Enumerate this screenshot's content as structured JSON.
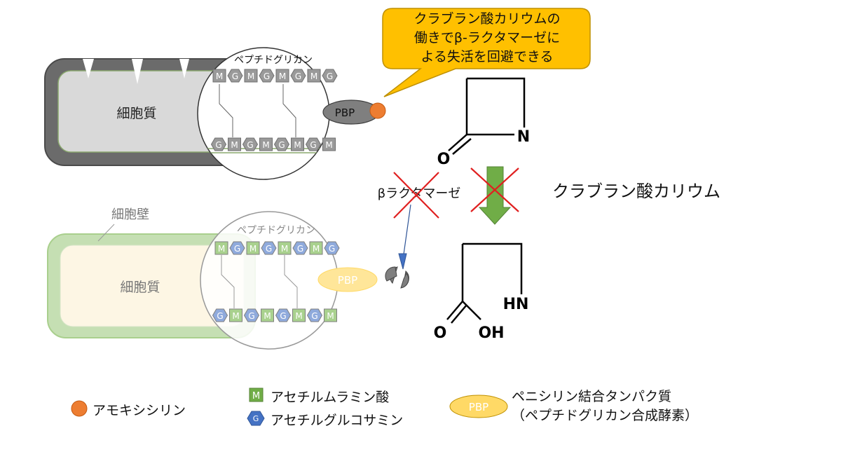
{
  "cells": {
    "active": {
      "cytoplasm_label": "細胞質"
    },
    "inactive": {
      "cytoplasm_label": "細胞質",
      "wall_label": "細胞壁"
    }
  },
  "peptidoglycan": {
    "label": "ペプチドグリカン",
    "top_chain": [
      "M",
      "G",
      "M",
      "G",
      "M",
      "G",
      "M",
      "G"
    ],
    "bottom_chain": [
      "G",
      "M",
      "G",
      "M",
      "G",
      "M",
      "G",
      "M"
    ]
  },
  "pbp_label": "PBP",
  "callout": {
    "lines": [
      "クラブラン酸カリウムの",
      "働きでβ-ラクタマーゼに",
      "よる失活を回避できる"
    ]
  },
  "beta_lactamase_label": "βラクタマーゼ",
  "clavulanate_label": "クラブラン酸カリウム",
  "molecules": {
    "beta_lactam": {
      "oxygen": "O",
      "nitrogen": "N"
    },
    "opened": {
      "nh": "HN",
      "oxygen": "O",
      "hydroxyl": "OH"
    }
  },
  "legend": {
    "amoxicillin": "アモキシシリン",
    "murnac_symbol": "M",
    "murnac": "アセチルムラミン酸",
    "glcnac_symbol": "G",
    "glcnac": "アセチルグルコサミン",
    "pbp_symbol": "PBP",
    "pbp_line1": "ペニシリン結合タンパク質",
    "pbp_line2": "（ペプチドグリカン合成酵素）"
  },
  "colors": {
    "amoxicillin": "#ED7D31",
    "murnac_green": "#70AD47",
    "glcnac_blue": "#8FAADC",
    "pbp_yellow": "#FFD966",
    "callout_fill": "#FFC000",
    "arrow_green": "#70AD47",
    "cross_red": "#E02020"
  }
}
